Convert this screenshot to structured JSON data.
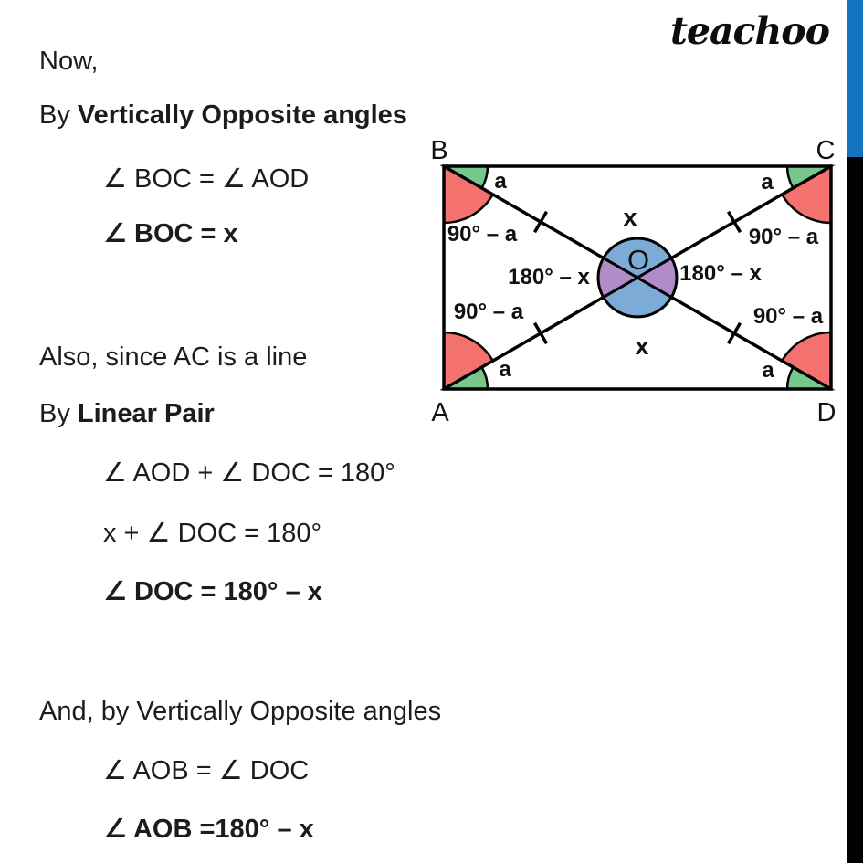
{
  "logo": {
    "text": "teachoo"
  },
  "content": {
    "lines": [
      {
        "pre": "Now,",
        "bold": ""
      },
      {
        "pre": "By ",
        "bold": "Vertically Opposite angles"
      },
      {
        "pre": "∠ BOC = ∠ AOD",
        "bold": ""
      },
      {
        "pre": "",
        "bold": "∠ BOC = x"
      },
      {
        "pre": "Also, since AC is a line",
        "bold": ""
      },
      {
        "pre": "By ",
        "bold": "Linear Pair"
      },
      {
        "pre": "∠ AOD + ∠ DOC = 180°",
        "bold": ""
      },
      {
        "pre": "x + ∠ DOC = 180°",
        "bold": ""
      },
      {
        "pre": "",
        "bold": "∠ DOC = 180° – x"
      },
      {
        "pre": "And, by Vertically Opposite angles",
        "bold": ""
      },
      {
        "pre": "∠ AOB = ∠ DOC",
        "bold": ""
      },
      {
        "pre": "",
        "bold": "∠ AOB =180° – x"
      }
    ]
  },
  "diagram": {
    "vertex_labels": {
      "top_left": "B",
      "top_right": "C",
      "bottom_left": "A",
      "bottom_right": "D"
    },
    "center_point_label": "O",
    "labels": {
      "corner_angle_small": "a",
      "corner_angle_large": "90° – a",
      "vertical_angle": "x",
      "horizontal_angle": "180° – x"
    },
    "colors": {
      "corner_small_fill": "#77c68c",
      "corner_large_fill": "#f4726e",
      "vertical_sector_fill": "#7cacd6",
      "horizontal_sector_fill": "#b28bc9",
      "center_label_color": "#1d4468",
      "line_color": "#000000"
    }
  },
  "sidebar": {
    "accent_color": "#1273bf",
    "lower_color": "#000000"
  }
}
